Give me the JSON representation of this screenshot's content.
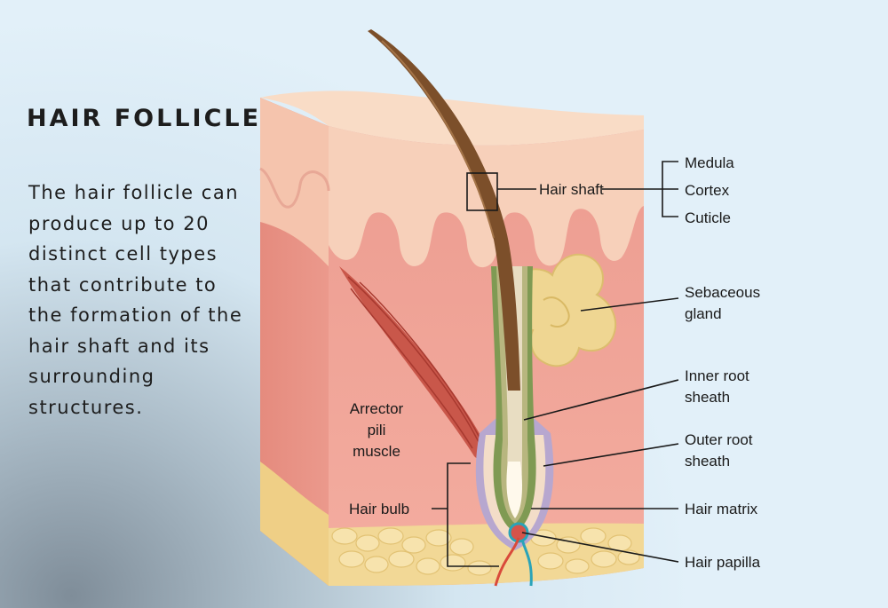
{
  "title": "HAIR FOLLICLE",
  "description": "The hair follicle can produce up to 20 distinct cell types that contribute to the formation of the hair shaft and its surrounding structures.",
  "labels": {
    "medula": "Medula",
    "cortex": "Cortex",
    "cuticle": "Cuticle",
    "hair_shaft": "Hair shaft",
    "sebaceous_1": "Sebaceous",
    "sebaceous_2": "gland",
    "inner_root_1": "Inner root",
    "inner_root_2": "sheath",
    "outer_root_1": "Outer root",
    "outer_root_2": "sheath",
    "hair_matrix": "Hair matrix",
    "hair_papilla": "Hair papilla",
    "arrector_1": "Arrector",
    "arrector_2": "pili",
    "arrector_3": "muscle",
    "hair_bulb": "Hair bulb"
  },
  "colors": {
    "background": "#e2f0f9",
    "epidermis": "#f7d0ba",
    "dermis": "#f0a497",
    "fat": "#f4dc9c",
    "muscle": "#c9574a",
    "hair": "#7c4f2a",
    "sebaceous_gland": "#efd692",
    "outer_sheath": "#b7a7cf",
    "inner_sheath": "#7f9a53"
  }
}
